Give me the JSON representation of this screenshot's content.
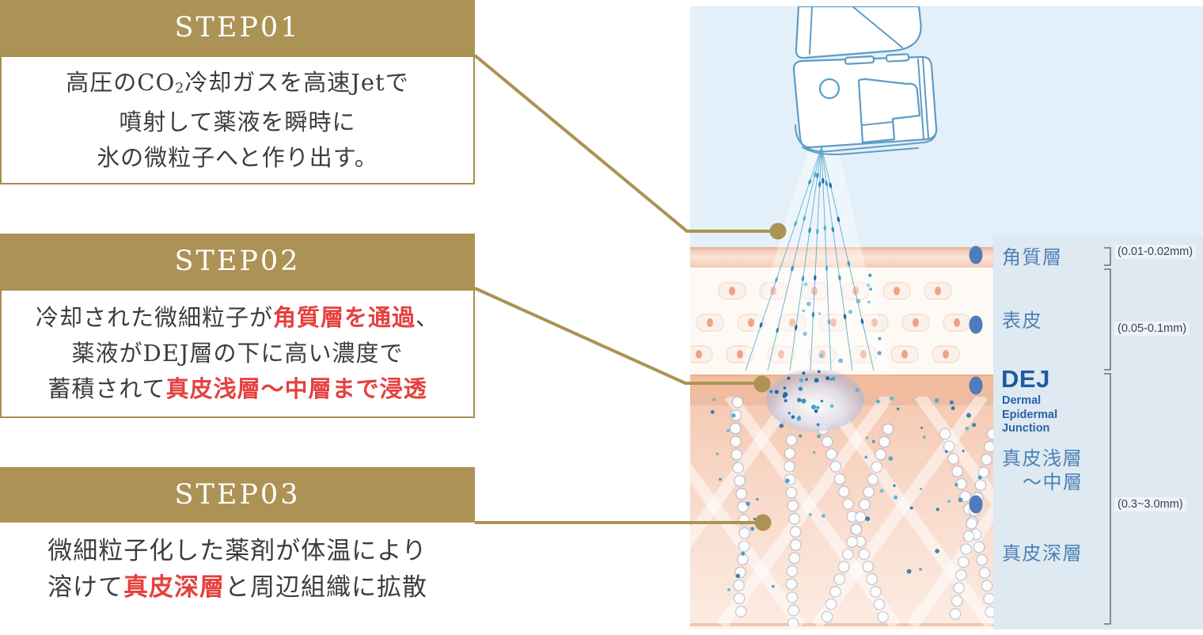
{
  "palette": {
    "gold": "#ab9353",
    "gold_border": "#a68e4e",
    "accent_red": "#e5403e",
    "body_text": "#3d3d3d",
    "header_text": "#ffffff",
    "label_blue": "#4d81b5",
    "dej_blue": "#1d5aa4",
    "measure_text": "#3f444a",
    "sky_blue": "#e4f0f9",
    "panel_blue": "#dee9f2",
    "skin_salmon": "#f1bd9e"
  },
  "steps": [
    {
      "header": "STEP01",
      "lines": [
        [
          {
            "t": "高圧のCO"
          },
          {
            "t": "2",
            "sub": true
          },
          {
            "t": "冷却ガスを高速Jetで"
          }
        ],
        [
          {
            "t": "噴射して薬液を瞬時に"
          }
        ],
        [
          {
            "t": "氷の微粒子へと作り出す。"
          }
        ]
      ]
    },
    {
      "header": "STEP02",
      "lines": [
        [
          {
            "t": "冷却された微細粒子が"
          },
          {
            "t": "角質層を通過",
            "red": true
          },
          {
            "t": "、"
          }
        ],
        [
          {
            "t": "薬液がDEJ層の下に高い濃度で"
          }
        ],
        [
          {
            "t": "蓄積されて"
          },
          {
            "t": "真皮浅層～中層まで浸透",
            "red": true
          }
        ]
      ]
    },
    {
      "header": "STEP03",
      "lines": [
        [
          {
            "t": "微細粒子化した薬剤が体温により"
          }
        ],
        [
          {
            "t": "溶けて"
          },
          {
            "t": "真皮深層",
            "red": true
          },
          {
            "t": "と周辺組織に拡散"
          }
        ]
      ]
    }
  ],
  "diagram": {
    "labels": {
      "corneum": "角質層",
      "epidermis": "表皮",
      "dej": "DEJ",
      "dej_sub1": "Dermal",
      "dej_sub2": "Epidermal",
      "dej_sub3": "Junction",
      "dermis_upper1": "真皮浅層",
      "dermis_upper2": "～中層",
      "dermis_deep": "真皮深層"
    },
    "measures": {
      "corneum": "(0.01-0.02mm)",
      "epidermis": "(0.05-0.1mm)",
      "dermis": "(0.3~3.0mm)"
    }
  }
}
